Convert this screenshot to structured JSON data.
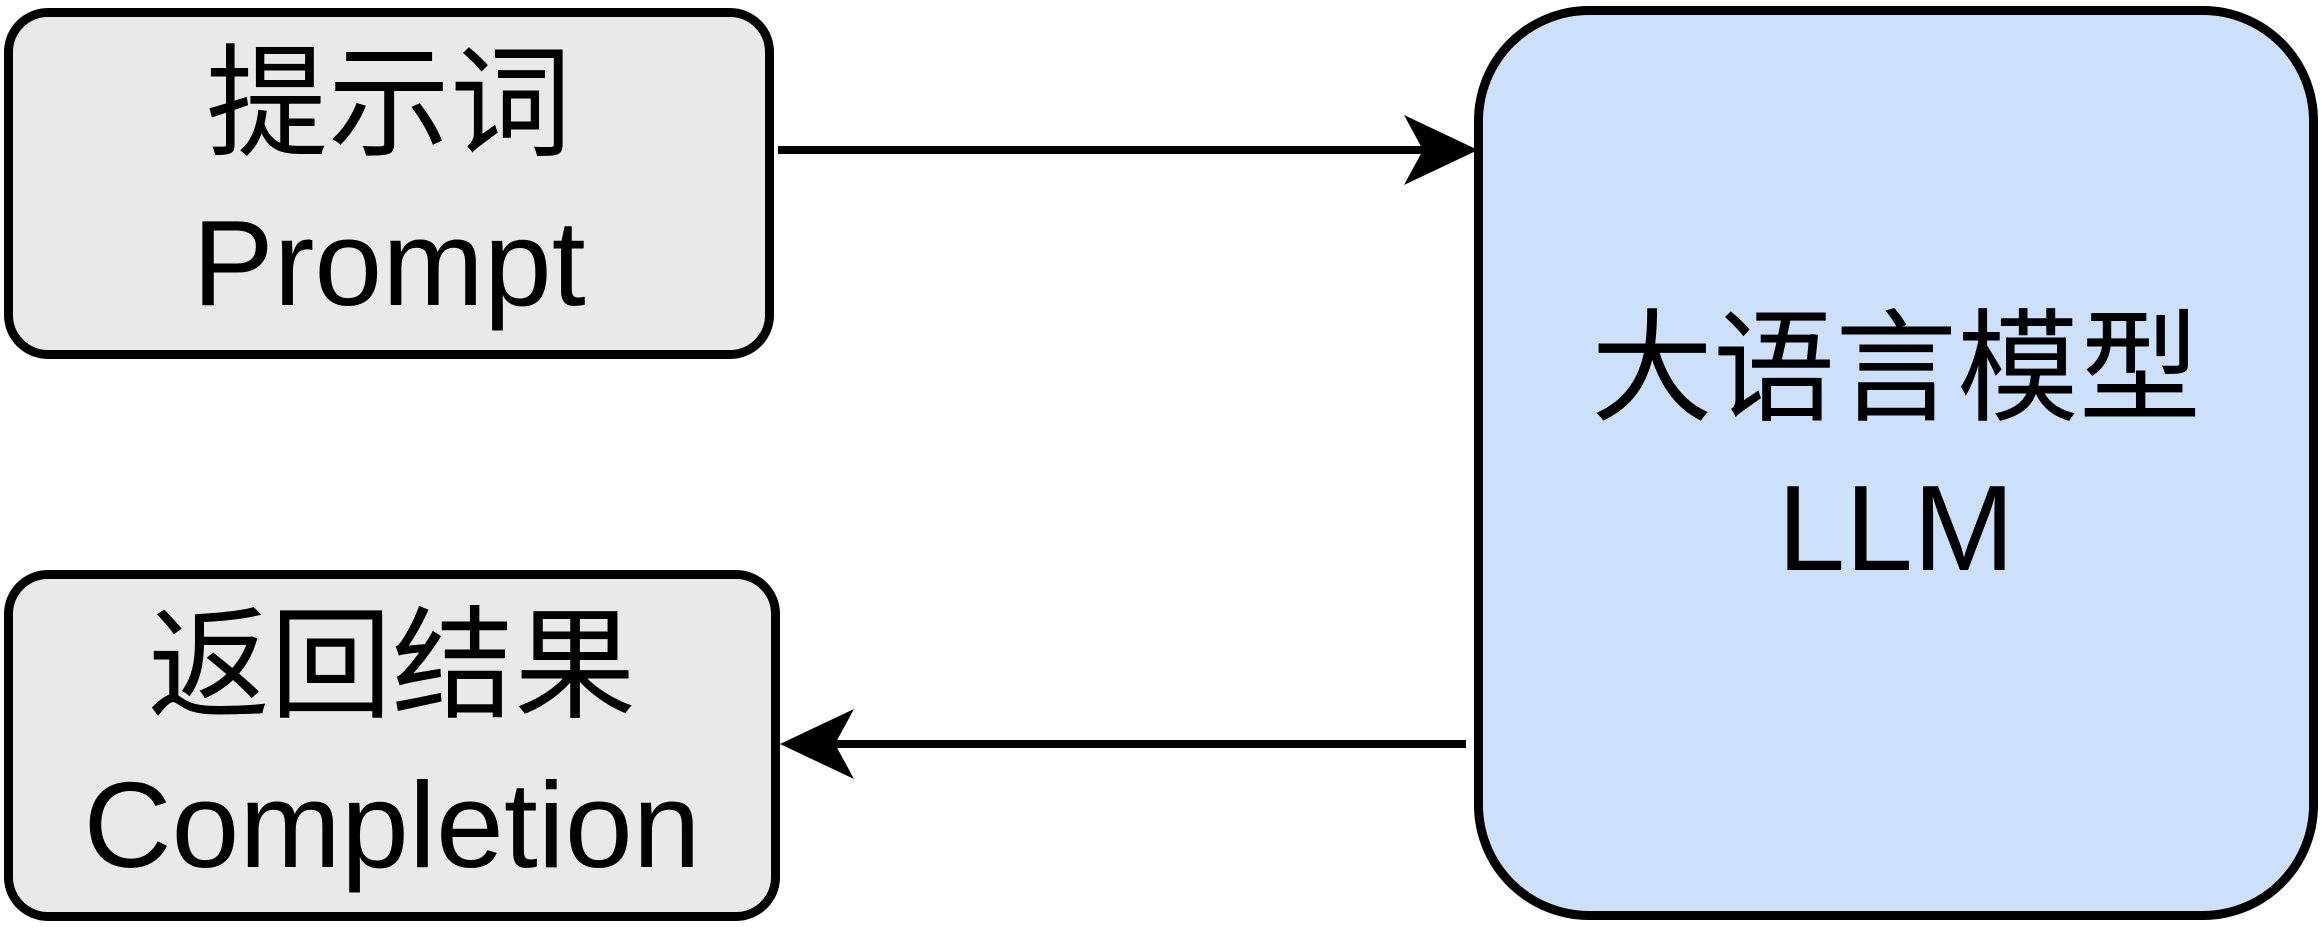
{
  "diagram": {
    "background": "#ffffff",
    "node_border_color": "#000000",
    "text_color": "#000000",
    "edge_color": "#000000",
    "nodes": {
      "prompt": {
        "line1": "提示词",
        "line2": "Prompt",
        "fill": "#e9e9e9"
      },
      "completion": {
        "line1": "返回结果",
        "line2": "Completion",
        "fill": "#e9e9e9"
      },
      "llm": {
        "line1": "大语言模型",
        "line2": "LLM",
        "fill": "#cde0fa"
      }
    },
    "edges": [
      {
        "name": "prompt-to-llm",
        "from": "prompt",
        "to": "llm",
        "direction": "right"
      },
      {
        "name": "llm-to-completion",
        "from": "llm",
        "to": "completion",
        "direction": "left"
      }
    ]
  }
}
